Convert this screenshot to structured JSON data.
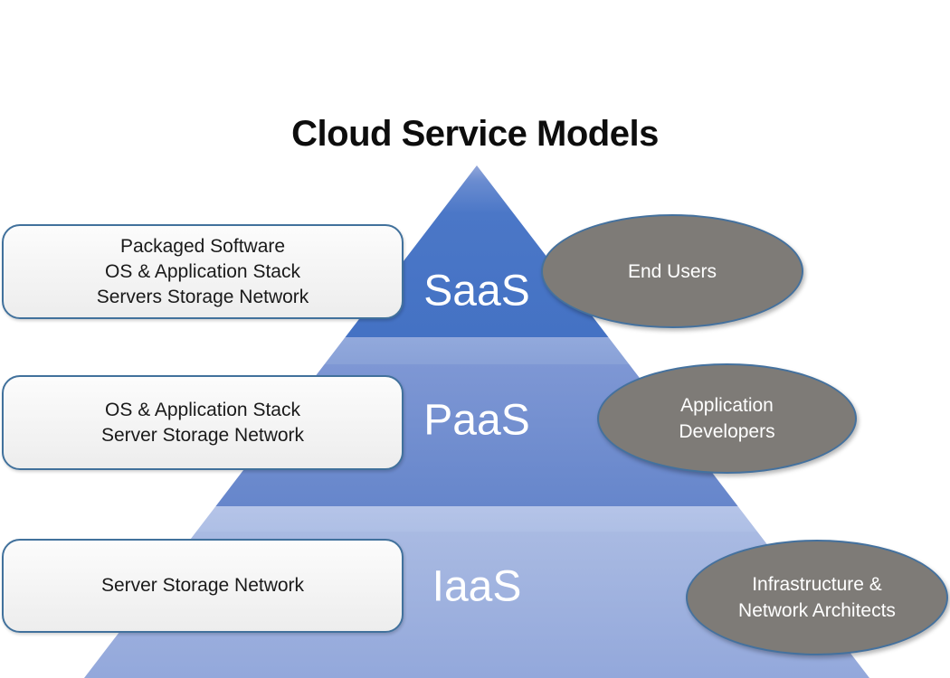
{
  "title": "Cloud Service Models",
  "pyramid": {
    "tiers": [
      {
        "label": "SaaS",
        "fill": "#4472c4",
        "description_lines": [
          "Packaged Software",
          "OS & Application Stack",
          "Servers Storage Network"
        ],
        "audience_lines": [
          "End Users"
        ]
      },
      {
        "label": "PaaS",
        "fill": "#7491d1",
        "description_lines": [
          "OS & Application Stack",
          "Server Storage Network"
        ],
        "audience_lines": [
          "Application",
          "Developers"
        ]
      },
      {
        "label": "IaaS",
        "fill": "#a3b6e0",
        "description_lines": [
          "Server Storage Network"
        ],
        "audience_lines": [
          "Infrastructure &",
          "Network Architects"
        ]
      }
    ]
  },
  "colors": {
    "outline": "#41719c",
    "ellipse_fill": "#7e7b77",
    "box_fill": "#f3f3f3",
    "label_text": "#ffffff",
    "title_text": "#0d0d0d"
  }
}
